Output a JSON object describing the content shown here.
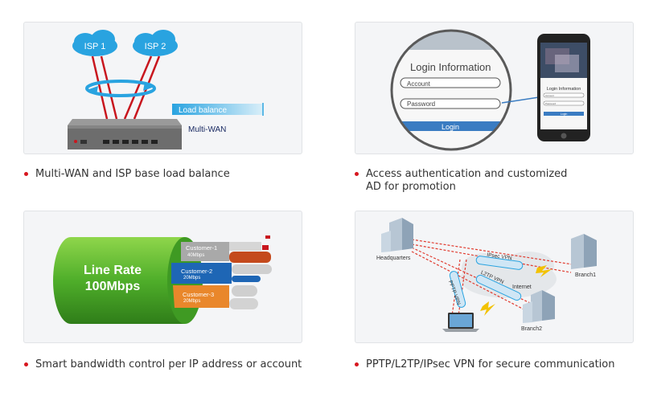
{
  "cards": [
    {
      "caption": "Multi-WAN and ISP base load balance",
      "isp1": "ISP 1",
      "isp2": "ISP 2",
      "load_balance_label": "Load balance",
      "multiwan_label": "Multi-WAN"
    },
    {
      "caption_line1": "Access authentication and customized",
      "caption_line2": "AD for promotion",
      "login_title": "Login Information",
      "account_label": "Account",
      "password_label": "Password",
      "login_button": "Login",
      "phone_login_title": "Login Information",
      "phone_account": "Account",
      "phone_password": "Password",
      "phone_login_button": "Login"
    },
    {
      "caption": "Smart bandwidth control per IP address or account",
      "line_rate": "Line Rate",
      "line_speed": "100Mbps",
      "customers": [
        {
          "name": "Customer-1",
          "speed": "40Mbps"
        },
        {
          "name": "Customer-2",
          "speed": "20Mbps"
        },
        {
          "name": "Customer-3",
          "speed": "20Mbps"
        }
      ]
    },
    {
      "caption": "PPTP/L2TP/IPsec VPN for secure communication",
      "headquarters": "Headquarters",
      "branch1": "Branch1",
      "branch2": "Branch2",
      "internet": "Internet",
      "ipsec": "IPsec VPN",
      "l2tp": "L2TP VPN",
      "pptp": "PPTP VPN"
    }
  ]
}
